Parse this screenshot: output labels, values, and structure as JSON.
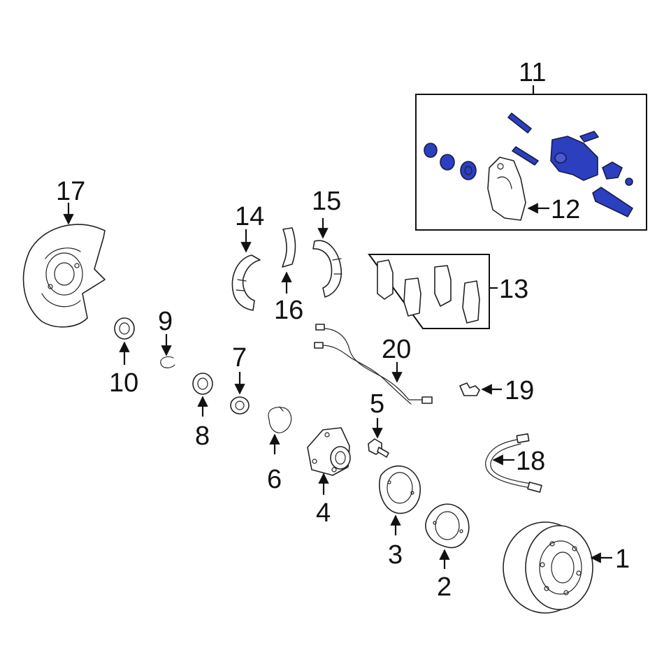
{
  "highlight_color": "#2b3fbf",
  "callouts": {
    "c1": "1",
    "c2": "2",
    "c3": "3",
    "c4": "4",
    "c5": "5",
    "c6": "6",
    "c7": "7",
    "c8": "8",
    "c9": "9",
    "c10": "10",
    "c11": "11",
    "c12": "12",
    "c13": "13",
    "c14": "14",
    "c15": "15",
    "c16": "16",
    "c17": "17",
    "c18": "18",
    "c19": "19",
    "c20": "20"
  }
}
